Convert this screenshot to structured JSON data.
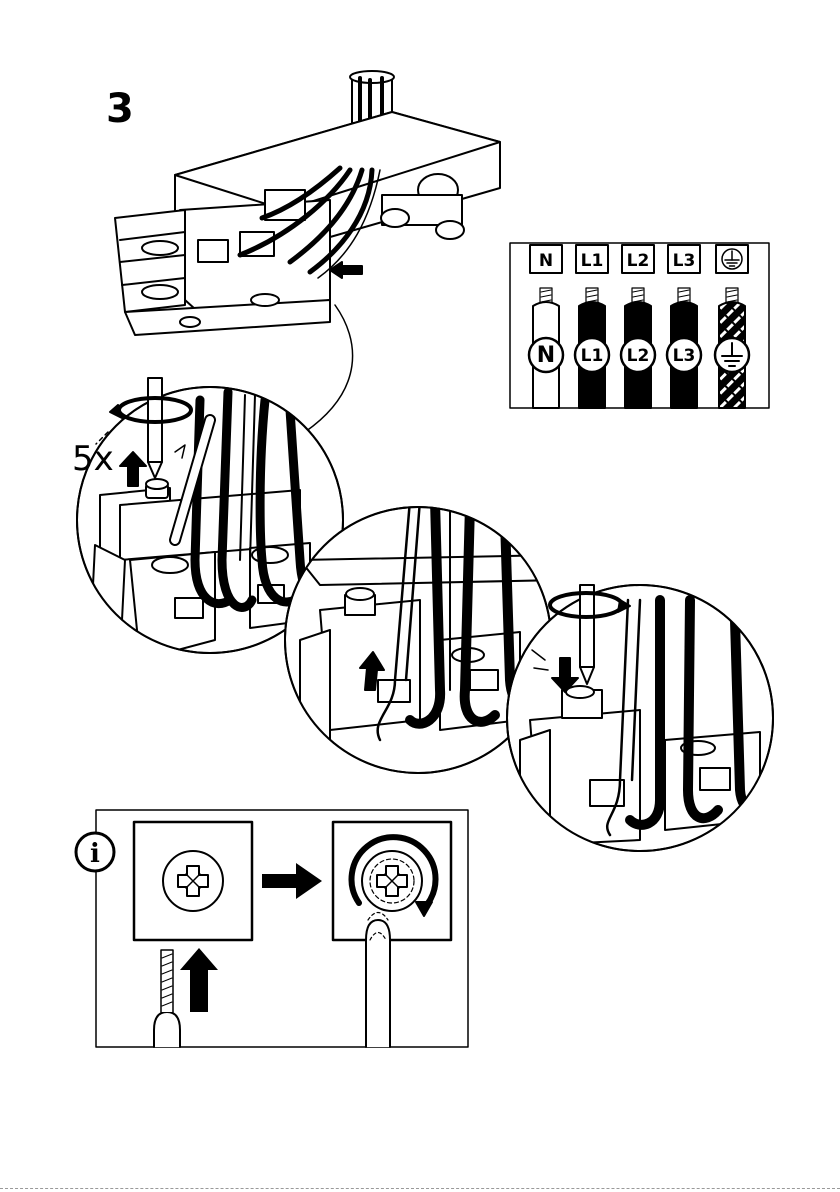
{
  "step": {
    "number": "3"
  },
  "screw_step": {
    "repeat": "5x"
  },
  "wiring_legend": {
    "terminals": [
      {
        "label": "N",
        "marker": "N",
        "wire": "white"
      },
      {
        "label": "L1",
        "marker": "L1",
        "wire": "black"
      },
      {
        "label": "L2",
        "marker": "L2",
        "wire": "black"
      },
      {
        "label": "L3",
        "marker": "L3",
        "wire": "black"
      },
      {
        "label": "",
        "marker": "",
        "icon": "earth-ground-icon",
        "wire": "striped"
      }
    ]
  },
  "info_panel": {
    "icon": "info-icon",
    "glyph": "i"
  }
}
